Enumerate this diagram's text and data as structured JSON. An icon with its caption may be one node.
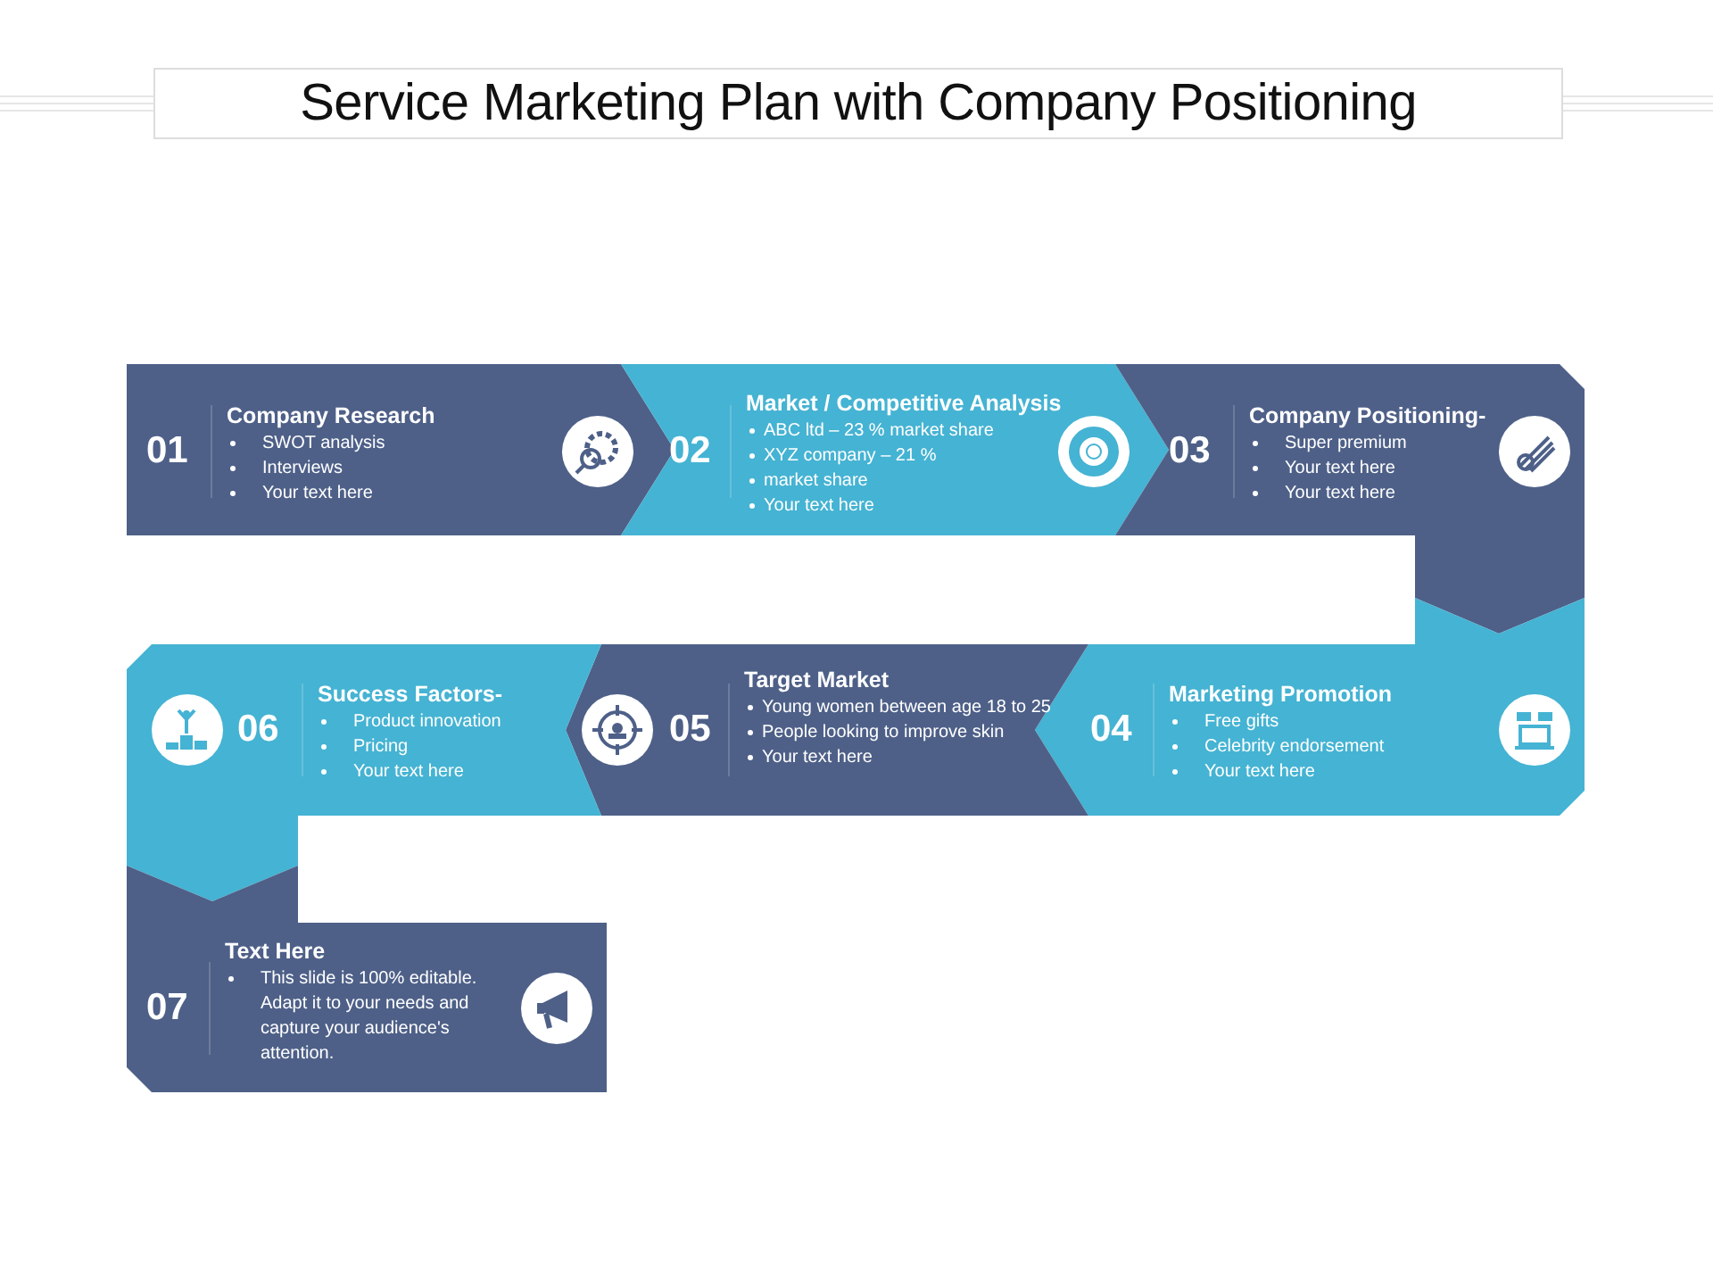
{
  "diagram": {
    "title": "Service Marketing Plan with Company Positioning",
    "nodes": [
      {
        "text": [
          "01",
          "Company Research",
          "SWOT analysis",
          "Interviews",
          "Your text here"
        ]
      },
      {
        "text": [
          "02",
          "Market / Competitive Analysis",
          "ABC ltd – 23 % market share",
          "XYZ company – 21 %",
          "market share",
          "Your text here"
        ]
      },
      {
        "text": [
          "03",
          "Company Positioning-",
          "Super premium",
          "Your text here",
          "Your text here"
        ]
      },
      {
        "text": [
          "04",
          "Marketing Promotion",
          "Free gifts",
          "Celebrity endorsement",
          "Your text here"
        ]
      },
      {
        "text": [
          "05",
          "Target Market",
          "Young women between age 18 to 25",
          "People looking to improve skin",
          "Your text here"
        ]
      },
      {
        "text": [
          "06",
          "Success Factors-",
          "Product innovation",
          "Pricing",
          "Your text here"
        ]
      },
      {
        "text": [
          "07",
          "Text Here",
          "This slide is 100% editable. Adapt it to your needs and capture your audience's attention."
        ]
      }
    ]
  }
}
